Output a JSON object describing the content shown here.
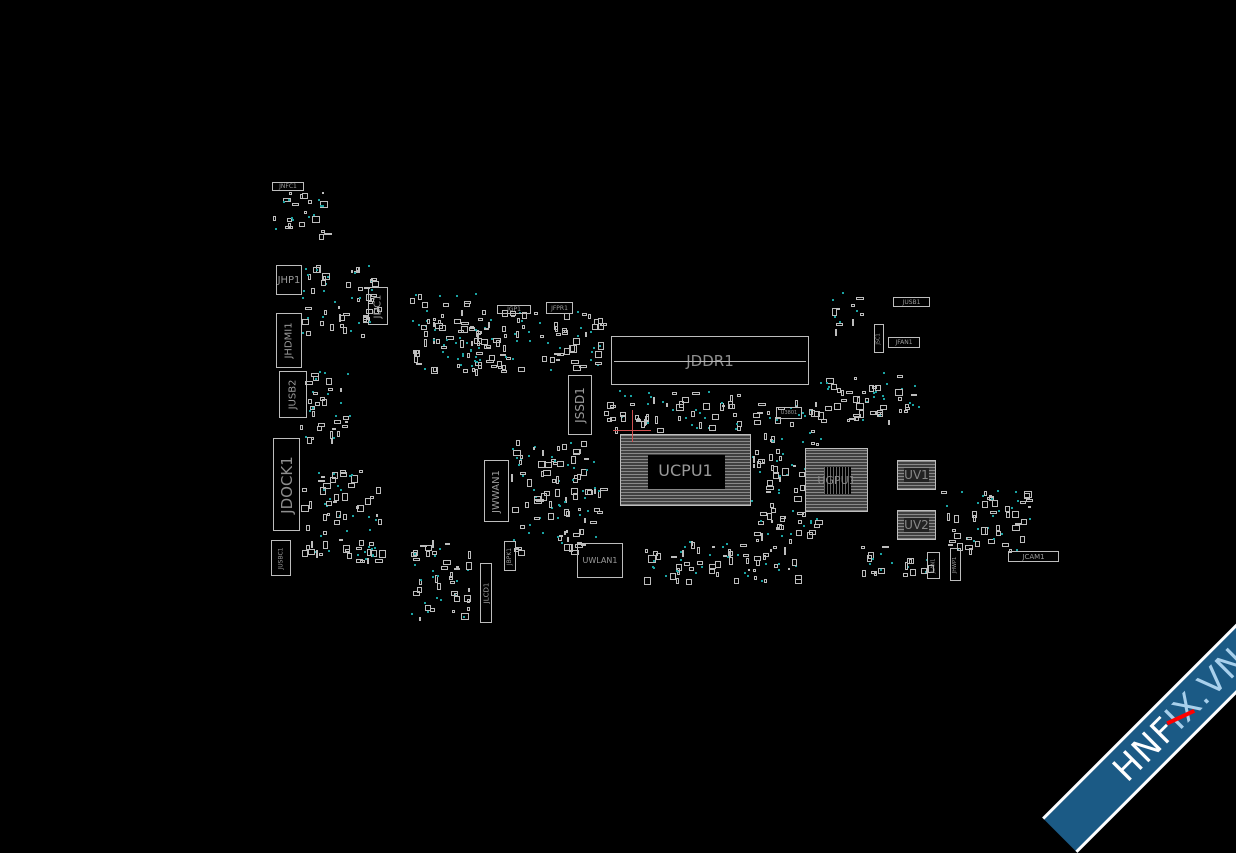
{
  "components": {
    "jnfc1": "JNFC1",
    "jhp1": "JHP1",
    "jdc1": "JDC1",
    "jhdmi1": "JHDMI1",
    "jusb2": "JUSB2",
    "jdock1": "JDOCK1",
    "jusbc1": "JUSBC1",
    "jgp1": "JGP1",
    "jfpr1": "JFPR1",
    "jddr1": "JDDR1",
    "jssd1": "JSSD1",
    "ucpu1": "UCPU1",
    "jwwan1": "JWWAN1",
    "uwlan1": "UWLAN1",
    "jlcd1": "JLCD1",
    "jbpk1": "JBPK1",
    "ugpu1": "UGPU1",
    "uv1": "UV1",
    "uv2": "UV2",
    "jusb1": "JUSB1",
    "jfan1": "JFAN1",
    "jsc1": "JSC1",
    "u3801": "U3801",
    "jlan1": "JLAN1",
    "jhwp1": "JHWP1",
    "jcam1": "JCAM1"
  },
  "watermark": {
    "part1": "HNF",
    "part2": "I",
    "part3": "X.VN"
  },
  "colors": {
    "background": "#000000",
    "outline": "#bdbdbd",
    "pad_dot": "#1aa3a3",
    "watermark_band": "#1b5a85",
    "probe": "#d05050"
  }
}
